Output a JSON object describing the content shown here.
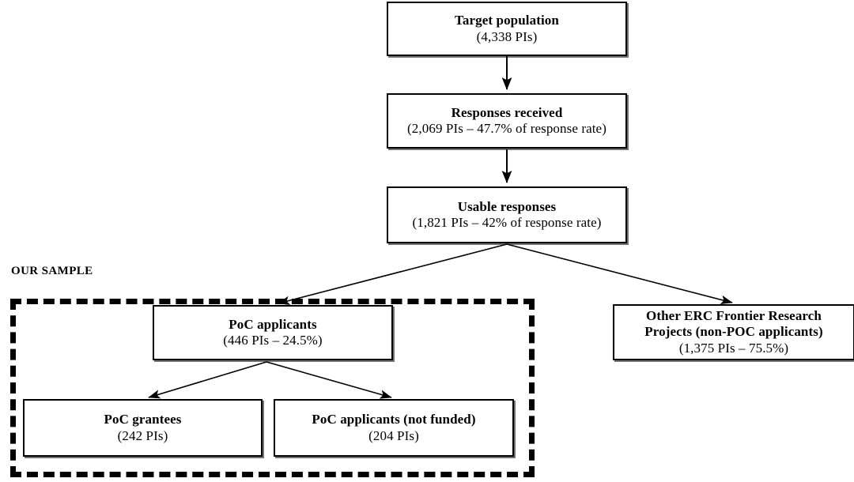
{
  "diagram": {
    "type": "flowchart",
    "title_label": "OUR SAMPLE",
    "nodes": [
      {
        "id": "target-population",
        "title": "Target population",
        "sub": "(4,338 PIs)"
      },
      {
        "id": "responses-received",
        "title": "Responses received",
        "sub": "(2,069 PIs – 47.7% of response rate)"
      },
      {
        "id": "usable-responses",
        "title": "Usable responses",
        "sub": "(1,821 PIs – 42% of response rate)"
      },
      {
        "id": "poc-applicants",
        "title": "PoC applicants",
        "sub": "(446 PIs – 24.5%)"
      },
      {
        "id": "other-erc-projects",
        "title_line1": "Other ERC Frontier Research",
        "title_line2": "Projects (non-POC applicants)",
        "sub": "(1,375 PIs – 75.5%)"
      },
      {
        "id": "poc-grantees",
        "title": "PoC grantees",
        "sub": "(242 PIs)"
      },
      {
        "id": "poc-not-funded",
        "title": "PoC applicants (not funded)",
        "sub": "(204 PIs)"
      }
    ],
    "colors": {
      "border": "#000000",
      "text": "#000000",
      "background": "#ffffff",
      "arrow": "#000000"
    }
  }
}
